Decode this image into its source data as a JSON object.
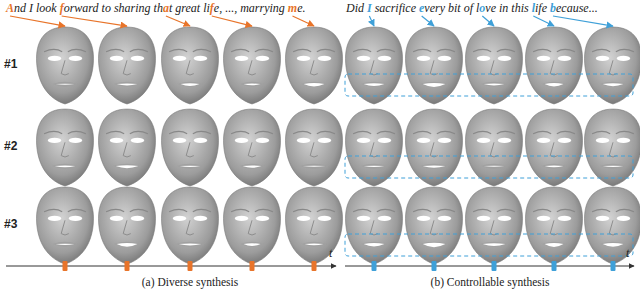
{
  "diagram": {
    "labels": [
      "And I look forward to sharing that great life, ..., marrying me.",
      "Did I sacrifice every bit of love in this life because...",
      "#1",
      "#2",
      "#3",
      "t",
      "t",
      "(a) Diverse synthesis",
      "(b) Controllable synthesis"
    ]
  }
}
